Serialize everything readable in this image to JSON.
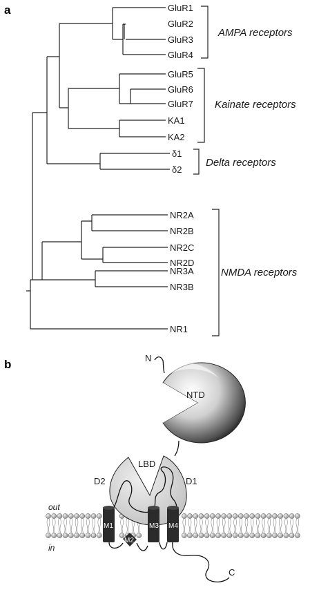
{
  "panels": {
    "a": "a",
    "b": "b"
  },
  "tree": {
    "leaves": {
      "glur1": "GluR1",
      "glur2": "GluR2",
      "glur3": "GluR3",
      "glur4": "GluR4",
      "glur5": "GluR5",
      "glur6": "GluR6",
      "glur7": "GluR7",
      "ka1": "KA1",
      "ka2": "KA2",
      "d1": "δ1",
      "d2": "δ2",
      "nr2a": "NR2A",
      "nr2b": "NR2B",
      "nr2c": "NR2C",
      "nr2d": "NR2D",
      "nr3a": "NR3A",
      "nr3b": "NR3B",
      "nr1": "NR1"
    },
    "groups": {
      "ampa": "AMPA receptors",
      "kainate": "Kainate receptors",
      "delta": "Delta receptors",
      "nmda": "NMDA receptors"
    }
  },
  "receptor": {
    "n_term": "N",
    "c_term": "C",
    "ntd": "NTD",
    "lbd": "LBD",
    "d1": "D1",
    "d2": "D2",
    "out": "out",
    "in": "in",
    "segments": {
      "m1": "M1",
      "m2": "M2",
      "m3": "M3",
      "m4": "M4"
    }
  }
}
